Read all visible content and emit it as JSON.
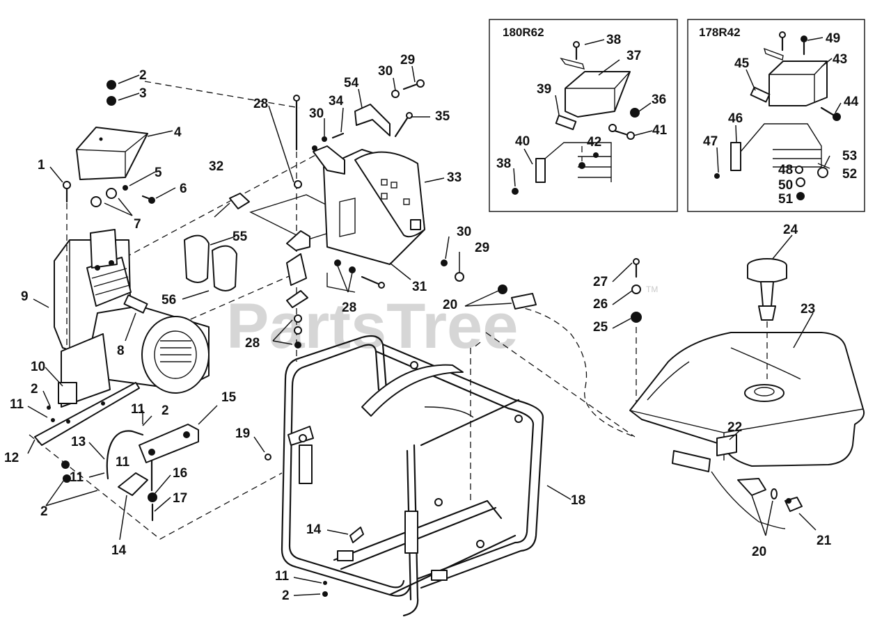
{
  "watermark": {
    "text": "PartsTree",
    "trademark": "TM"
  },
  "insets": [
    {
      "model": "180R62"
    },
    {
      "model": "178R42"
    }
  ],
  "callouts": {
    "c1": "1",
    "c2a": "2",
    "c3": "3",
    "c4": "4",
    "c5": "5",
    "c6": "6",
    "c7": "7",
    "c8": "8",
    "c9": "9",
    "c10": "10",
    "c2b": "2",
    "c11a": "11",
    "c12": "12",
    "c13": "13",
    "c11b": "11",
    "c2c": "2",
    "c11c": "11",
    "c11d": "11",
    "c2d": "2",
    "c14a": "14",
    "c15": "15",
    "c16": "16",
    "c17": "17",
    "c19": "19",
    "c14b": "14",
    "c11e": "11",
    "c2e": "2",
    "c18": "18",
    "c28a": "28",
    "c30a": "30",
    "c34": "34",
    "c54": "54",
    "c30b": "30",
    "c29a": "29",
    "c35": "35",
    "c32": "32",
    "c55": "55",
    "c56": "56",
    "c33": "33",
    "c30c": "30",
    "c29b": "29",
    "c31": "31",
    "c28b": "28",
    "c28c": "28",
    "c20a": "20",
    "c27": "27",
    "c26": "26",
    "c25": "25",
    "c24": "24",
    "c23": "23",
    "c22": "22",
    "c20b": "20",
    "c21": "21",
    "c38a": "38",
    "c37": "37",
    "c39": "39",
    "c36": "36",
    "c40": "40",
    "c38b": "38",
    "c42": "42",
    "c41": "41",
    "c49": "49",
    "c45": "45",
    "c43": "43",
    "c44": "44",
    "c46": "46",
    "c47": "47",
    "c48": "48",
    "c50": "50",
    "c51": "51",
    "c53": "53",
    "c52": "52"
  }
}
